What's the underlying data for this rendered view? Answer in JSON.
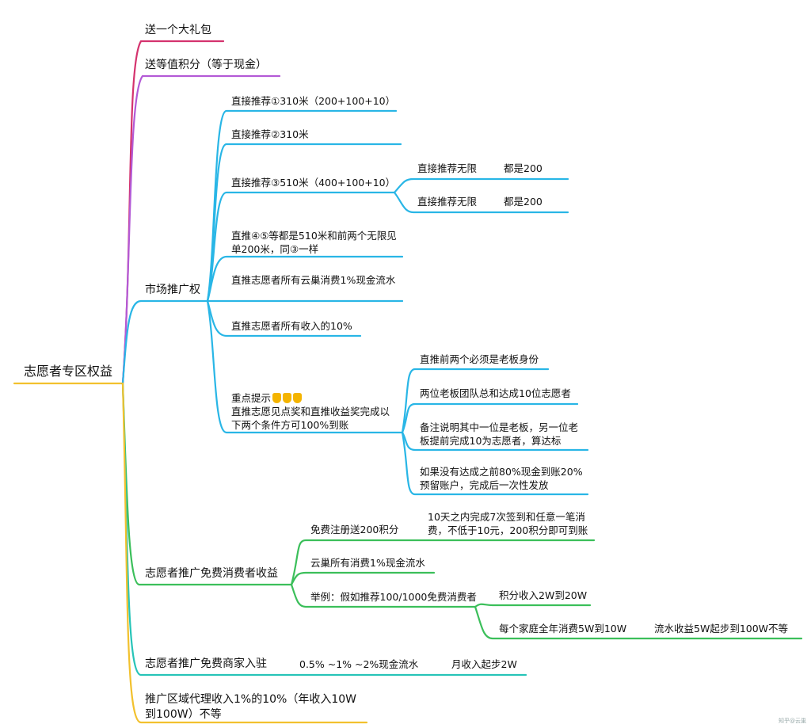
{
  "root": "志愿者专区权益",
  "colors": {
    "red": "#d4336e",
    "purple": "#b35ad6",
    "blue": "#29b6e6",
    "green": "#3bbf5a",
    "teal": "#27c4b8",
    "yellow": "#f2c12e"
  },
  "branches": {
    "gift": "送一个大礼包",
    "points": "送等值积分（等于现金）",
    "market": "市场推广权",
    "consumer": "志愿者推广免费消费者收益",
    "merchant": "志愿者推广免费商家入驻",
    "region": "推广区域代理收入1%的10%（年收入10W到100W）不等"
  },
  "market": {
    "r1": "直接推荐①310米（200+100+10）",
    "r2": "直接推荐②310米",
    "r3": "直接推荐③510米（400+100+10）",
    "r3_children": [
      {
        "label": "直接推荐无限",
        "value": "都是200"
      },
      {
        "label": "直接推荐无限",
        "value": "都是200"
      }
    ],
    "r4": "直推④⑤等都是510米和前两个无限见单200米，同③一样",
    "r5": "直推志愿者所有云巢消费1%现金流水",
    "r6": "直推志愿者所有收入的10%",
    "key_title": "重点提示",
    "key_body": "直推志愿见点奖和直推收益奖完成以下两个条件方可100%到账",
    "key_children": [
      "直推前两个必须是老板身份",
      "两位老板团队总和达成10位志愿者",
      "备注说明其中一位是老板，另一位老板提前完成10为志愿者，算达标",
      "如果没有达成之前80%现金到账20%预留账户，完成后一次性发放"
    ]
  },
  "consumer": {
    "c1": "免费注册送200积分",
    "c1_child": "10天之内完成7次签到和任意一笔消费，不低于10元，200积分即可到账",
    "c2": "云巢所有消费1%现金流水",
    "c3": "举例：假如推荐100/1000免费消费者",
    "c3_children": [
      "积分收入2W到20W",
      "每个家庭全年消费5W到10W"
    ],
    "c3_grandchild": "流水收益5W起步到100W不等"
  },
  "merchant": {
    "m1": "0.5% ~1% ~2%现金流水",
    "m2": "月收入起步2W"
  },
  "watermark": "知乎@云巢"
}
